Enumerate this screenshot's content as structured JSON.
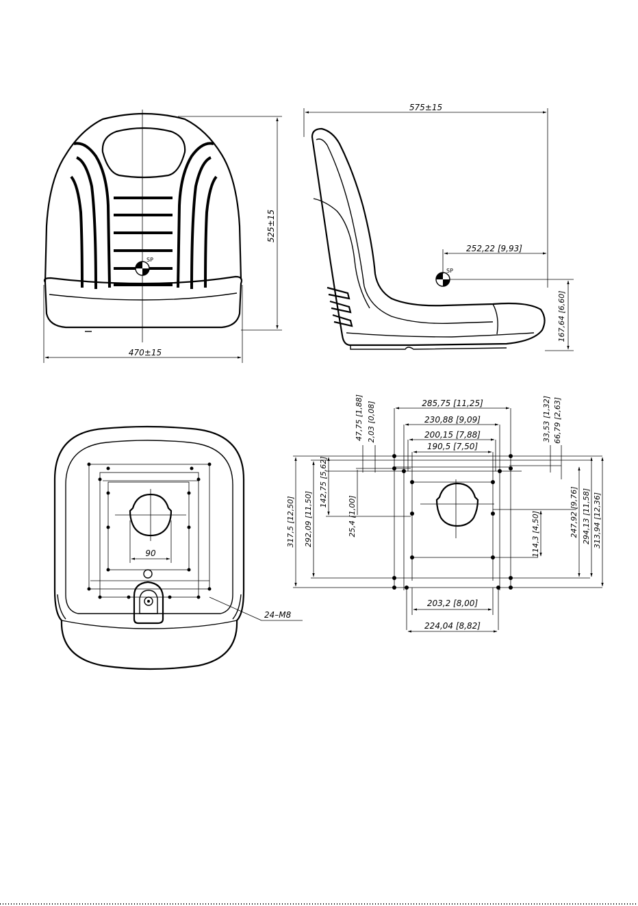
{
  "front_view": {
    "height_label": "525±15",
    "width_label": "470±15",
    "sp_label": "SP"
  },
  "side_view": {
    "depth_label": "575±15",
    "sp_offset_label": "252,22 [9,93]",
    "sp_height_label": "167,64 [6,60]",
    "sp_label": "SP"
  },
  "bottom_view": {
    "center_width_label": "90",
    "bolt_callout": "24–M8"
  },
  "mounting_pattern": {
    "top_dims": [
      "285,75 [11,25]",
      "230,88 [9,09]",
      "200,15 [7,88]",
      "190,5 [7,50]"
    ],
    "upper_left_vertical": [
      "47,75 [1,88]",
      "2,03 [0,08]"
    ],
    "upper_right_vertical": [
      "33,53 [1,32]",
      "66,79 [2,63]"
    ],
    "left_dims": [
      "317,5 [12,50]",
      "292,09 [11,50]",
      "142,75 [5,62]",
      "25,4 [1,00]"
    ],
    "right_dims": [
      "114,3 [4,50]",
      "247,92 [9,76]",
      "294,13 [11,58]",
      "313,94 [12,36]"
    ],
    "bottom_dims": [
      "203,2 [8,00]",
      "224,04 [8,82]"
    ]
  }
}
